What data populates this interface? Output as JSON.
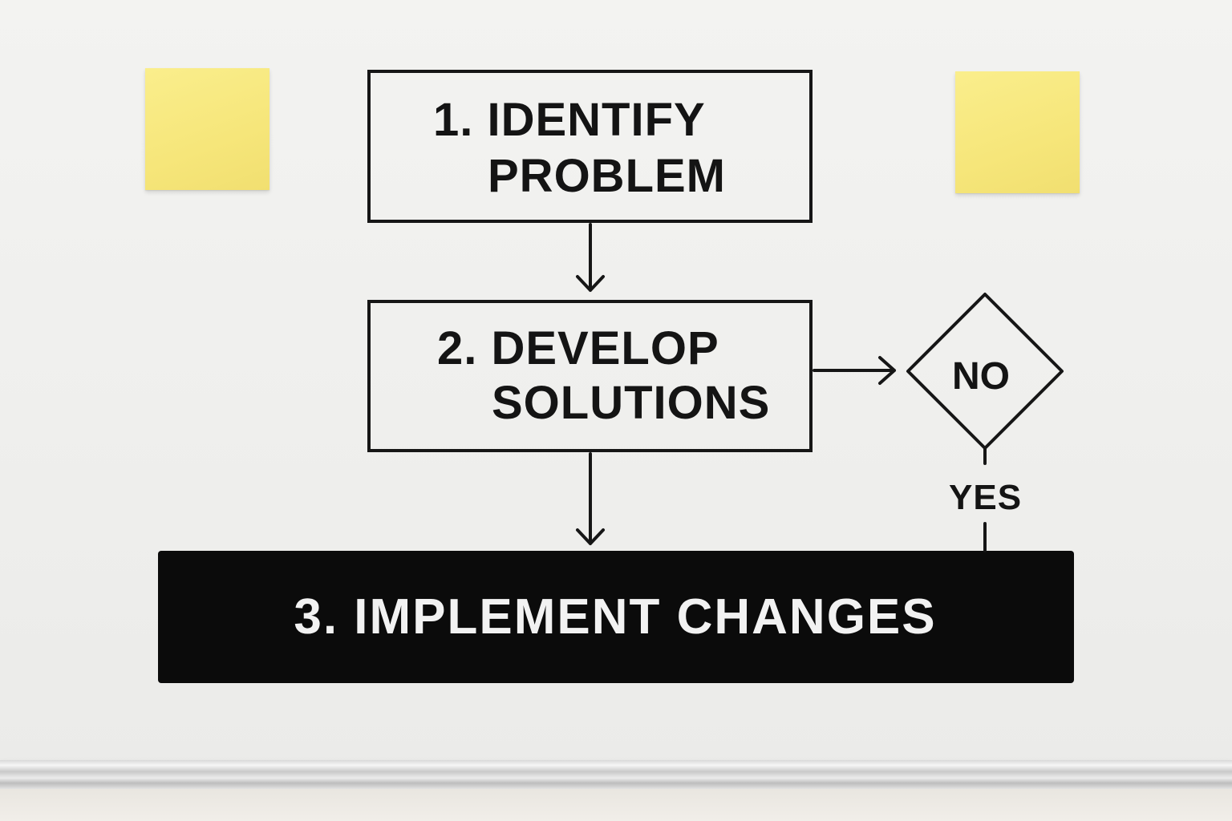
{
  "diagram": {
    "steps": [
      {
        "line1": "1. IDENTIFY",
        "line2": "PROBLEM"
      },
      {
        "line1": "2. DEVELOP",
        "line2": "SOLUTIONS"
      },
      {
        "label": "3. IMPLEMENT CHANGES"
      }
    ],
    "decision": {
      "no_label": "NO",
      "yes_label": "YES"
    }
  },
  "colors": {
    "ink": "#161616",
    "sticky_note": "#f6e67a",
    "whiteboard": "#f1f1ef",
    "step3_fill": "#0b0b0b",
    "step3_text": "#f2f2f2"
  }
}
